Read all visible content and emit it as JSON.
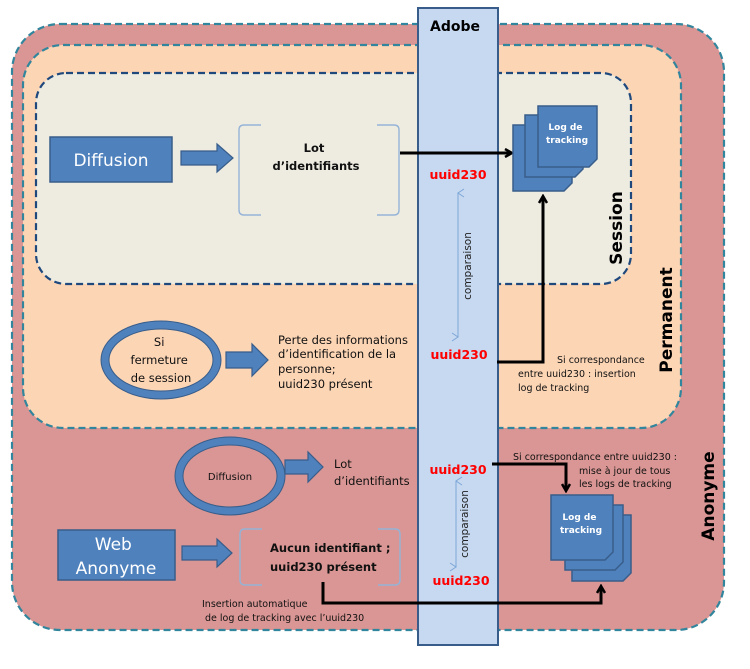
{
  "colors": {
    "anonyme_fill": "#d99694",
    "permanent_fill": "#fcd5b5",
    "session_fill": "#eeece1",
    "zone_border": "#31859c",
    "session_border": "#1f497d",
    "adobe_fill": "#c6d9f1",
    "adobe_border": "#385d8a",
    "shape_fill": "#4f81bd",
    "shape_border": "#385d8a",
    "uuid_color": "#ff0000",
    "connector": "#000000"
  },
  "zones": {
    "anonyme": "Anonyme",
    "permanent": "Permanent",
    "session": "Session"
  },
  "adobe": {
    "title": "Adobe",
    "uuid_session": "uuid230",
    "uuid_permanent": "uuid230",
    "uuid_anonyme_top": "uuid230",
    "uuid_anonyme_bottom": "uuid230",
    "comparison_top": "comparaison",
    "comparison_bottom": "comparaison"
  },
  "session": {
    "source": "Diffusion",
    "batch_line1": "Lot",
    "batch_line2": "d’identifiants",
    "log_line1": "Log de",
    "log_line2": "tracking"
  },
  "permanent": {
    "condition_line1": "Si",
    "condition_line2": "fermeture",
    "condition_line3": "de session",
    "result_line1": "Perte des informations",
    "result_line2": "d’identification de la",
    "result_line3": "personne;",
    "result_line4": "uuid230 présent",
    "match_line1": "Si correspondance",
    "match_line2": "entre uuid230  : insertion",
    "match_line3": "log de tracking"
  },
  "anonyme": {
    "diffusion": "Diffusion",
    "batch_line1": "Lot",
    "batch_line2": "d’identifiants",
    "web_line1": "Web",
    "web_line2": "Anonyme",
    "none_line1": "Aucun identifiant ;",
    "none_line2": "uuid230 présent",
    "auto_line1": "Insertion automatique",
    "auto_line2": "de log de tracking avec l’uuid230",
    "update_line1": "Si correspondance  entre uuid230 :",
    "update_line2": "mise à jour de tous",
    "update_line3": "les logs de tracking",
    "log_line1": "Log de",
    "log_line2": "tracking"
  }
}
